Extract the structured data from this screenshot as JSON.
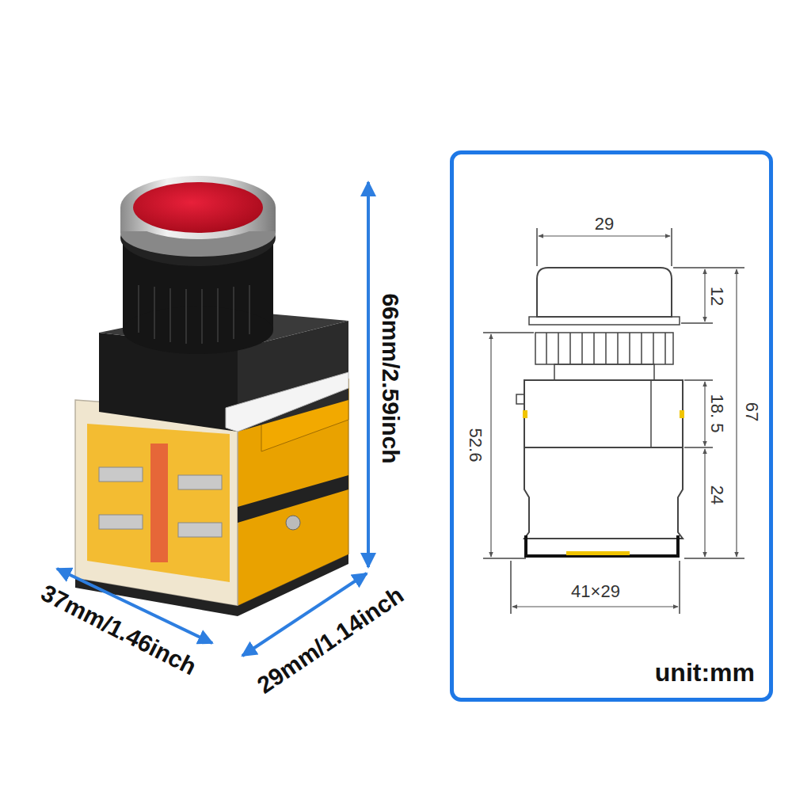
{
  "diagram": {
    "nodes": [
      {
        "text": [
          "unit:mm"
        ]
      }
    ],
    "labels": [
      "66mm/2.59inch",
      "37mm/1.46inch",
      "29mm/1.14inch",
      "29",
      "12",
      "18. 5",
      "67",
      "52.6",
      "24",
      "41×29"
    ]
  }
}
